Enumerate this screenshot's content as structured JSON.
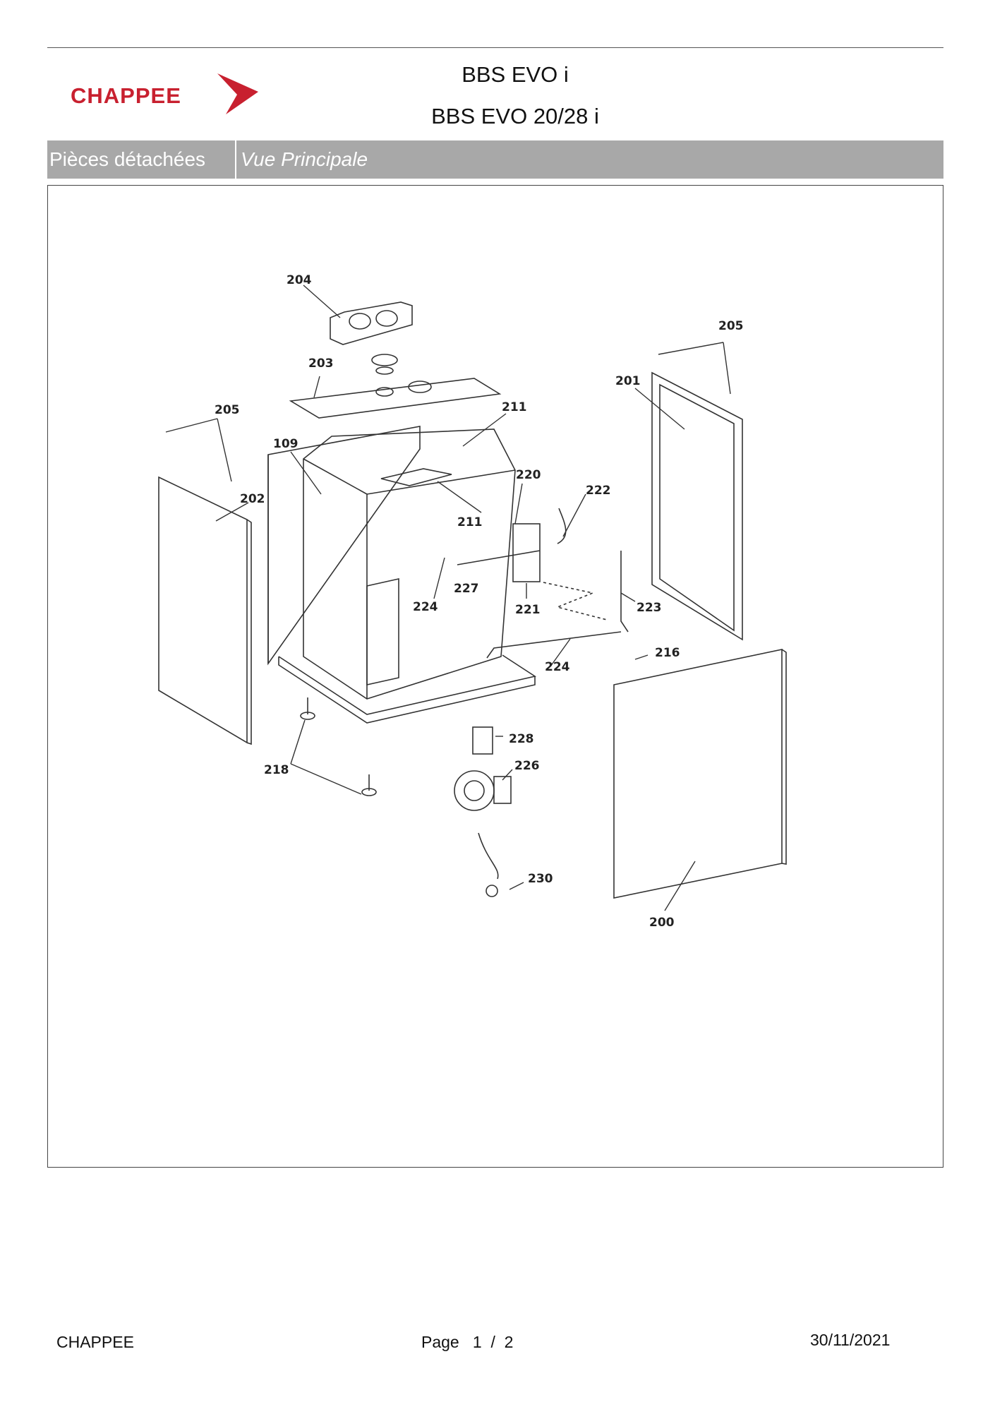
{
  "header": {
    "brand": "CHAPPEE",
    "title_line1": "BBS EVO i",
    "title_line2": "BBS EVO 20/28 i"
  },
  "section": {
    "category": "Pièces détachées",
    "view": "Vue Principale"
  },
  "diagram": {
    "callouts": [
      "204",
      "203",
      "205",
      "201",
      "211",
      "109",
      "202",
      "220",
      "222",
      "211",
      "227",
      "224",
      "221",
      "223",
      "216",
      "224",
      "228",
      "226",
      "218",
      "230",
      "200",
      "205"
    ]
  },
  "footer": {
    "company": "CHAPPEE",
    "page_label": "Page   1  /  2",
    "date": "30/11/2021"
  },
  "colors": {
    "brand_red": "#c8202f",
    "section_bar": "#a8a8a8"
  }
}
